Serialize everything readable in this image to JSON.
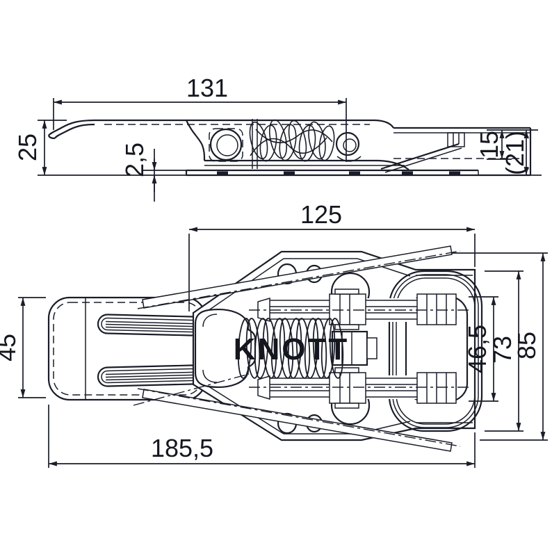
{
  "drawing": {
    "title": "latch technical drawing",
    "line_color": "#1a1d28",
    "background": "#ffffff",
    "brand": "KNOTT",
    "side_view": {
      "length": "131",
      "height": "25",
      "plate_offset": "2,5",
      "catch_height": "15",
      "catch_total": "(21)"
    },
    "plan_view": {
      "body_length": "125",
      "lever_width": "45",
      "bail_inner": "46,5",
      "bail_outer": "73",
      "overall_width": "85",
      "overall_length": "185,5"
    }
  }
}
